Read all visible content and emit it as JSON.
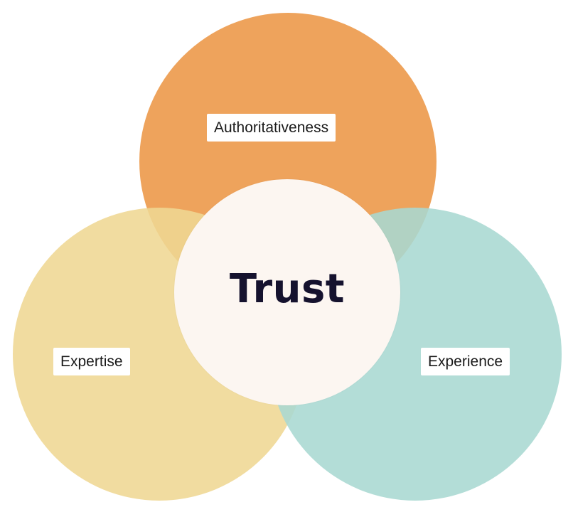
{
  "diagram": {
    "center": {
      "label": "Trust",
      "color": "#fcf6f1"
    },
    "top": {
      "label": "Authoritativeness",
      "color": "#ec9646"
    },
    "left": {
      "label": "Expertise",
      "color": "#efd793"
    },
    "right": {
      "label": "Experience",
      "color": "#a9d8d2"
    }
  }
}
